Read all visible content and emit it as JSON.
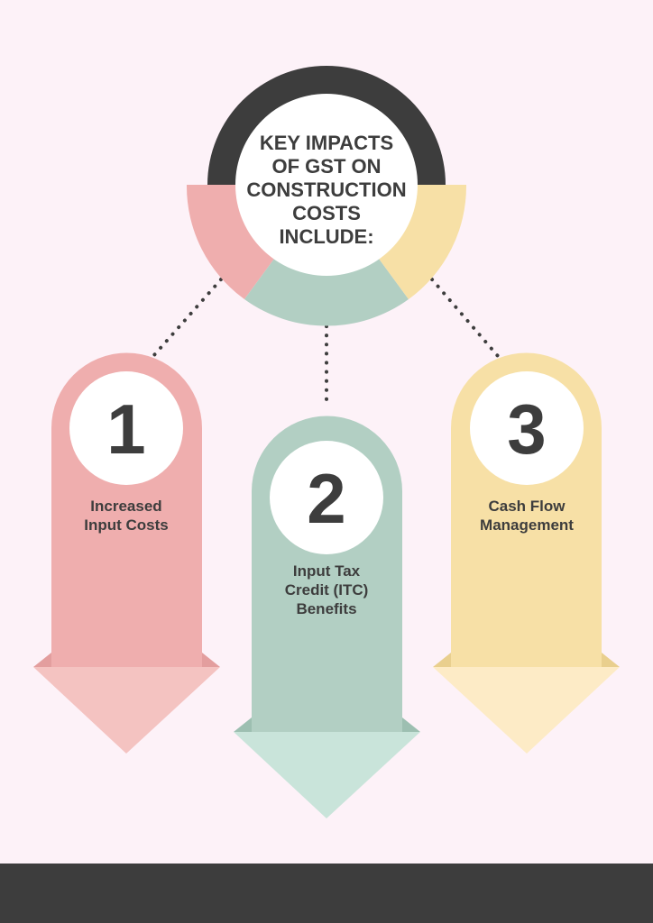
{
  "title_lines": [
    "KEY IMPACTS",
    "OF GST ON",
    "CONSTRUCTION",
    "COSTS",
    "INCLUDE:"
  ],
  "items": [
    {
      "number": "1",
      "label_lines": [
        "Increased",
        "Input Costs"
      ],
      "color": "#efaeae",
      "head_color": "#f4c3c1"
    },
    {
      "number": "2",
      "label_lines": [
        "Input Tax",
        "Credit (ITC)",
        "Benefits"
      ],
      "color": "#b2cfc3",
      "head_color": "#c9e4da"
    },
    {
      "number": "3",
      "label_lines": [
        "Cash Flow",
        "Management"
      ],
      "color": "#f7e0a6",
      "head_color": "#fdebc6"
    }
  ],
  "colors": {
    "background": "#fdf2f8",
    "dark": "#3d3d3d"
  }
}
